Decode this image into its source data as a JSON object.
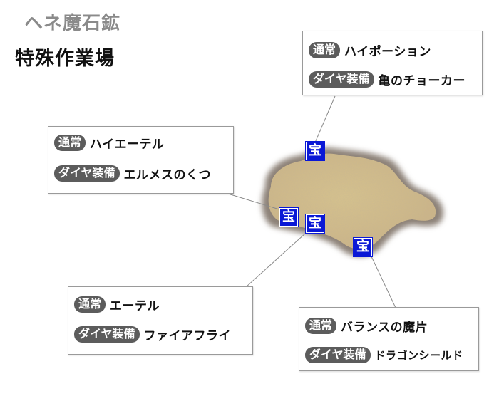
{
  "header": {
    "area": "ヘネ魔石鉱",
    "room": "特殊作業場"
  },
  "chest_icon_label": "宝",
  "colors": {
    "pill": "#5c5c5c",
    "chest": "#0a18d6",
    "floor": "#cfb98a",
    "wall": "#8d8278"
  },
  "chests": [
    {
      "normal_label": "通常",
      "normal_item": "ハイポーション",
      "diamond_label": "ダイヤ装備",
      "diamond_item": "亀のチョーカー"
    },
    {
      "normal_label": "通常",
      "normal_item": "ハイエーテル",
      "diamond_label": "ダイヤ装備",
      "diamond_item": "エルメスのくつ"
    },
    {
      "normal_label": "通常",
      "normal_item": "エーテル",
      "diamond_label": "ダイヤ装備",
      "diamond_item": "ファイアフライ"
    },
    {
      "normal_label": "通常",
      "normal_item": "バランスの魔片",
      "diamond_label": "ダイヤ装備",
      "diamond_item": "ドラゴンシールド"
    }
  ]
}
